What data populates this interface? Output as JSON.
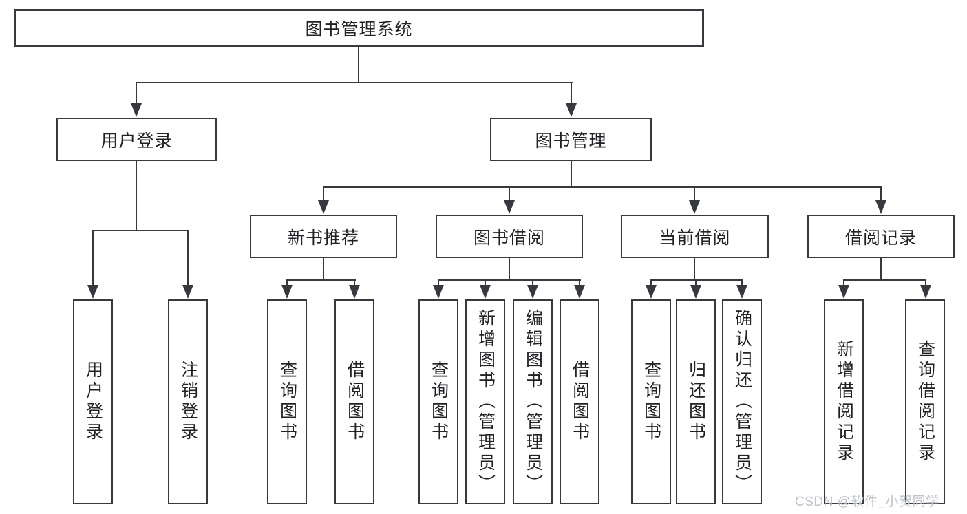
{
  "diagram": {
    "type": "hierarchy-tree",
    "title": "图书管理系统",
    "tree": {
      "root": {
        "label": "图书管理系统"
      },
      "level2": [
        {
          "label": "用户登录",
          "parent": "图书管理系统"
        },
        {
          "label": "图书管理",
          "parent": "图书管理系统"
        }
      ],
      "level3": [
        {
          "label": "新书推荐",
          "parent": "图书管理"
        },
        {
          "label": "图书借阅",
          "parent": "图书管理"
        },
        {
          "label": "当前借阅",
          "parent": "图书管理"
        },
        {
          "label": "借阅记录",
          "parent": "图书管理"
        }
      ],
      "leaves": [
        {
          "label": "用户登录",
          "parent": "用户登录"
        },
        {
          "label": "注销登录",
          "parent": "用户登录"
        },
        {
          "label": "查询图书",
          "parent": "新书推荐"
        },
        {
          "label": "借阅图书",
          "parent": "新书推荐"
        },
        {
          "label": "查询图书",
          "parent": "图书借阅"
        },
        {
          "label": "新增图书（管理员）",
          "parent": "图书借阅"
        },
        {
          "label": "编辑图书（管理员）",
          "parent": "图书借阅"
        },
        {
          "label": "借阅图书",
          "parent": "图书借阅"
        },
        {
          "label": "查询图书",
          "parent": "当前借阅"
        },
        {
          "label": "归还图书",
          "parent": "当前借阅"
        },
        {
          "label": "确认归还（管理员）",
          "parent": "当前借阅"
        },
        {
          "label": "新增借阅记录",
          "parent": "借阅记录"
        },
        {
          "label": "查询借阅记录",
          "parent": "借阅记录"
        }
      ]
    },
    "colors": {
      "line": "#363a3e",
      "text": "#202226",
      "background": "#ffffff",
      "watermark_text": "#bfc3c9"
    }
  },
  "watermark": {
    "text": "CSDN @软件_小贺同学"
  }
}
